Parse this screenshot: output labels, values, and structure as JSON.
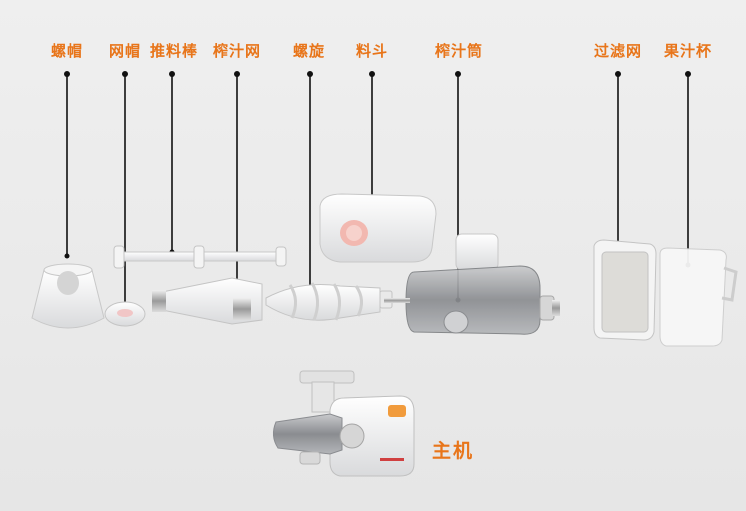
{
  "parts": [
    {
      "id": "nut-cap",
      "label": "螺帽"
    },
    {
      "id": "mesh-cap",
      "label": "网帽"
    },
    {
      "id": "pusher",
      "label": "推料棒"
    },
    {
      "id": "juicing-screen",
      "label": "榨汁网"
    },
    {
      "id": "auger",
      "label": "螺旋"
    },
    {
      "id": "hopper",
      "label": "料斗"
    },
    {
      "id": "juicing-drum",
      "label": "榨汁筒"
    },
    {
      "id": "filter-screen",
      "label": "过滤网"
    },
    {
      "id": "juice-cup",
      "label": "果汁杯"
    }
  ],
  "main_unit": {
    "label": "主机"
  },
  "colors": {
    "label": "#e8751a",
    "line": "#111111"
  }
}
